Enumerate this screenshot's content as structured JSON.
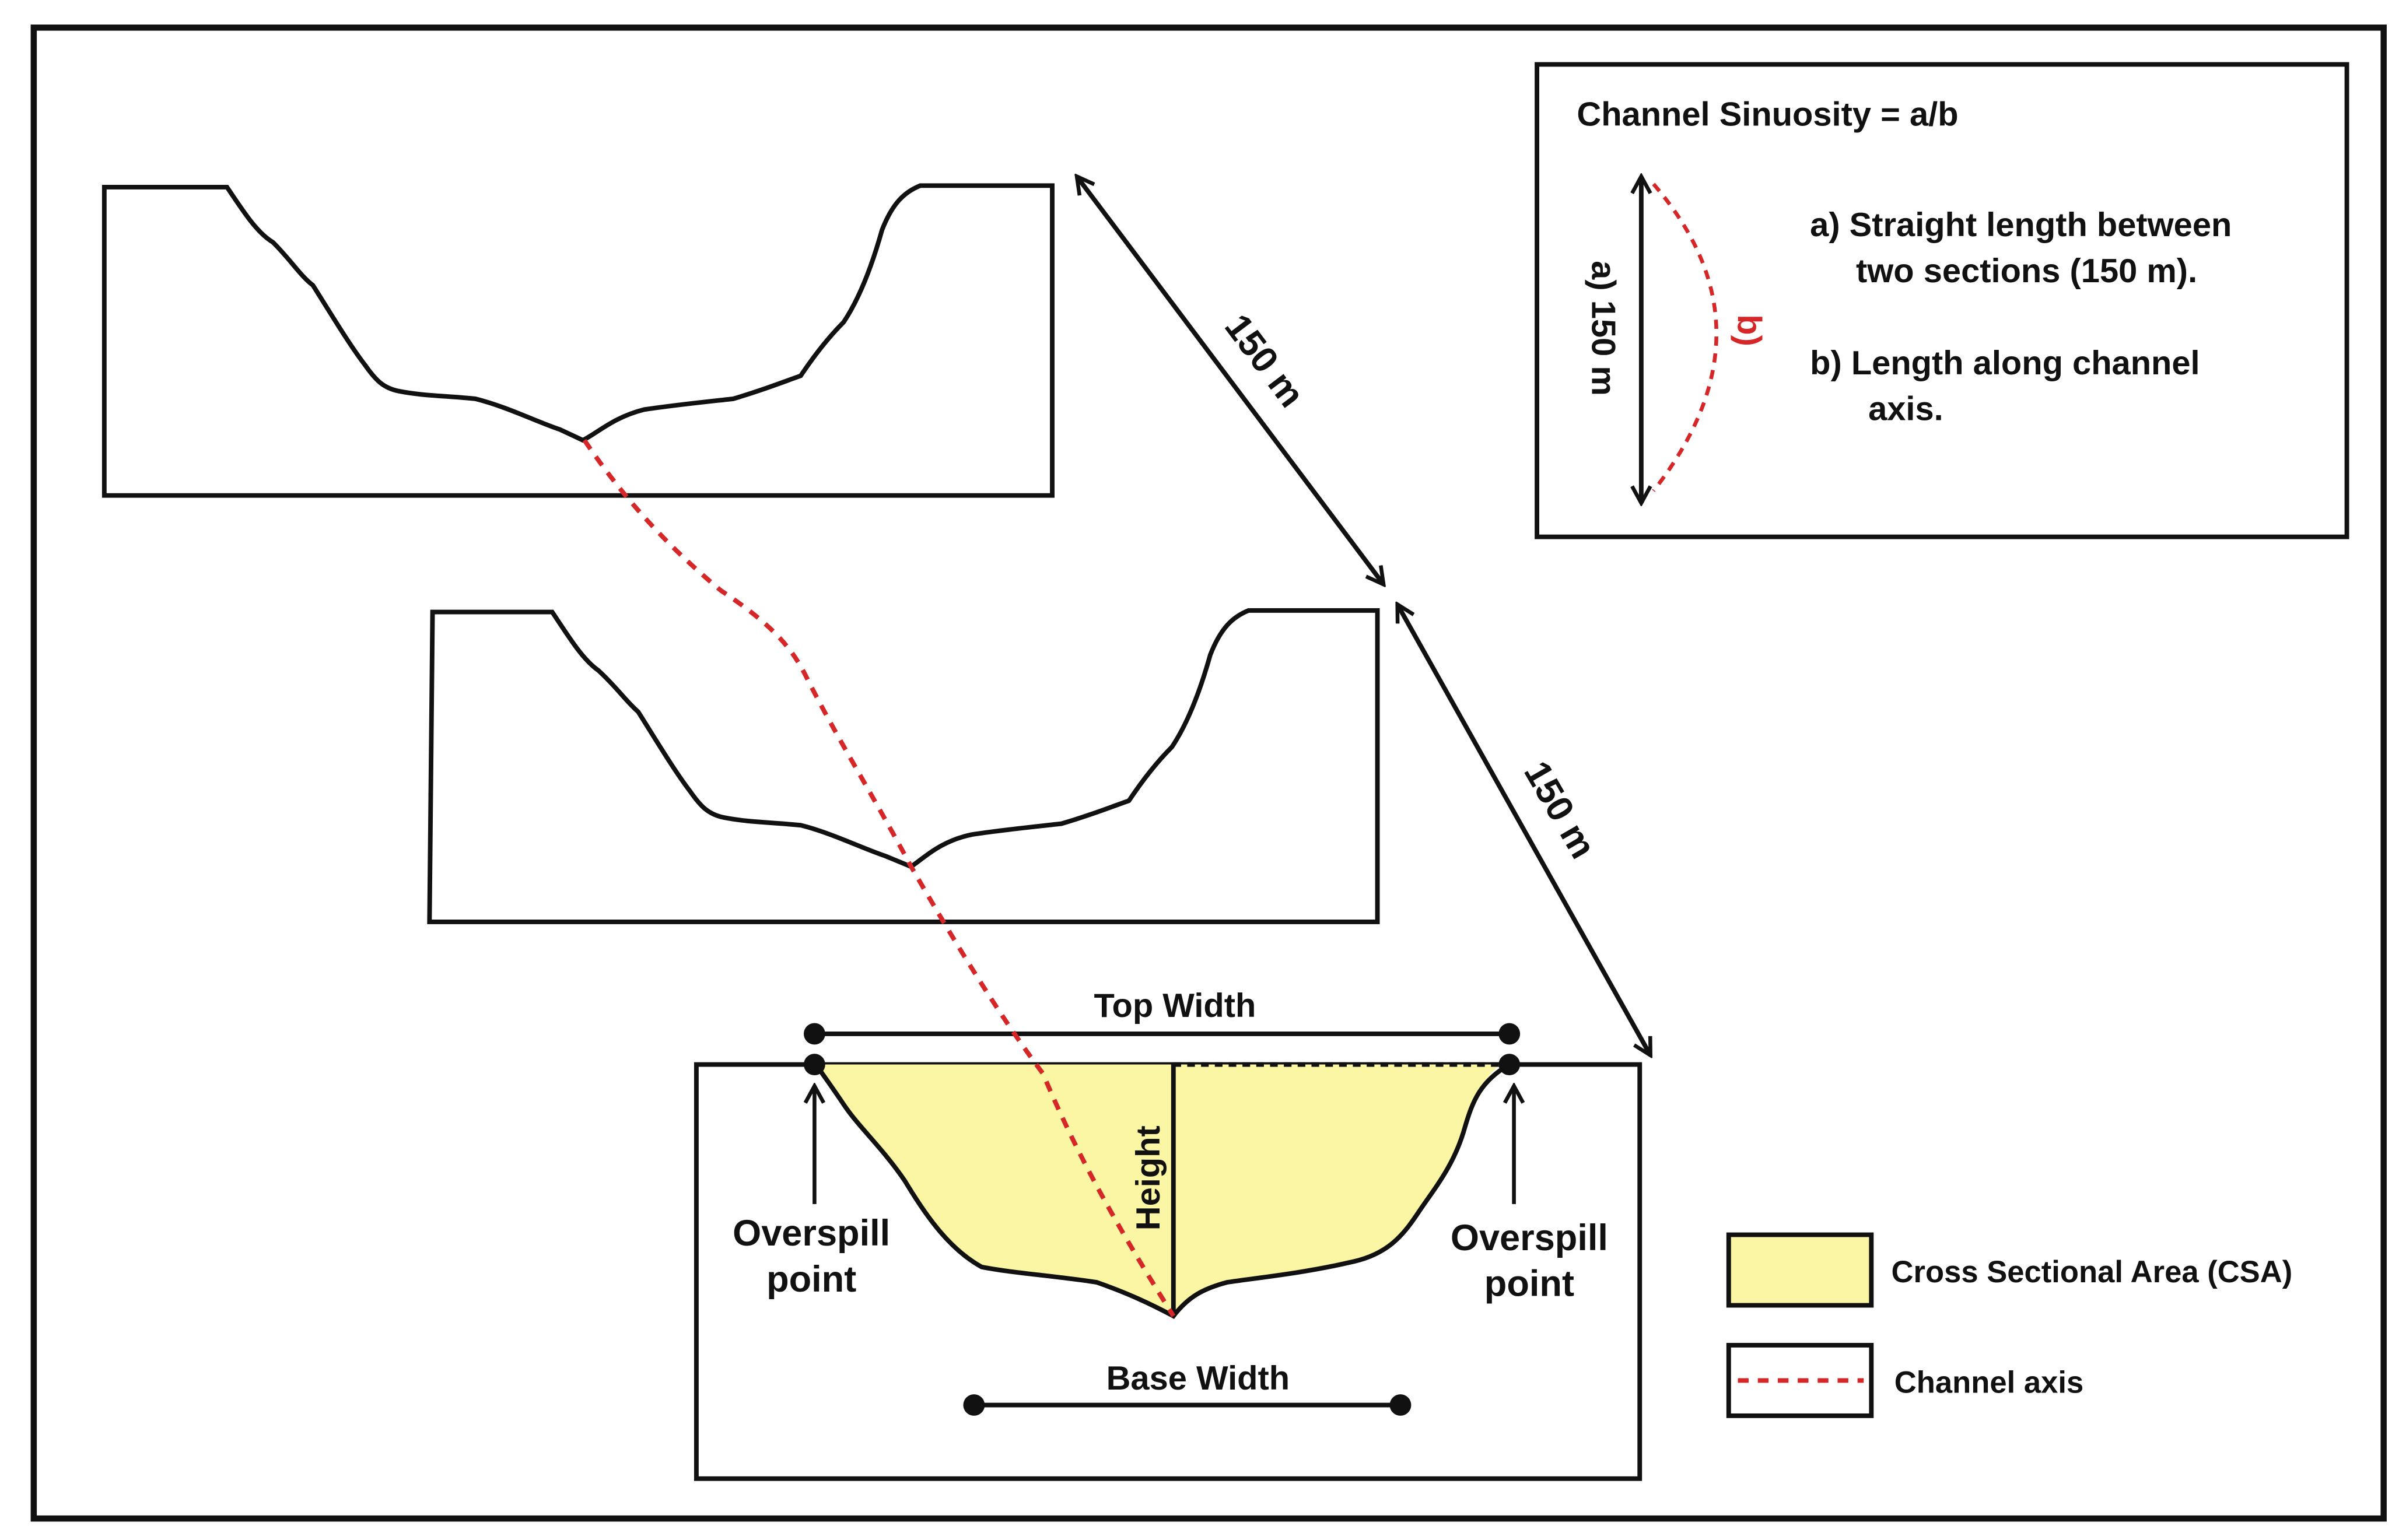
{
  "colors": {
    "line": "#111111",
    "axis": "#d62728",
    "csa_fill": "#fbf6a3",
    "background": "#ffffff"
  },
  "info_box": {
    "title": "Channel Sinuosity = a/b",
    "a_label": "a) 150 m",
    "b_label": "b)",
    "item_a_line1": "a) Straight length between",
    "item_a_line2": "two sections (150 m).",
    "item_b_line1": "b) Length along channel",
    "item_b_line2": "axis."
  },
  "distances": {
    "upper": "150 m",
    "lower": "150 m"
  },
  "section_labels": {
    "top_width": "Top Width",
    "base_width": "Base Width",
    "height": "Height",
    "overspill_left_line1": "Overspill",
    "overspill_left_line2": "point",
    "overspill_right_line1": "Overspill",
    "overspill_right_line2": "point"
  },
  "legend": {
    "csa": "Cross Sectional Area (CSA)",
    "axis": "Channel axis"
  }
}
